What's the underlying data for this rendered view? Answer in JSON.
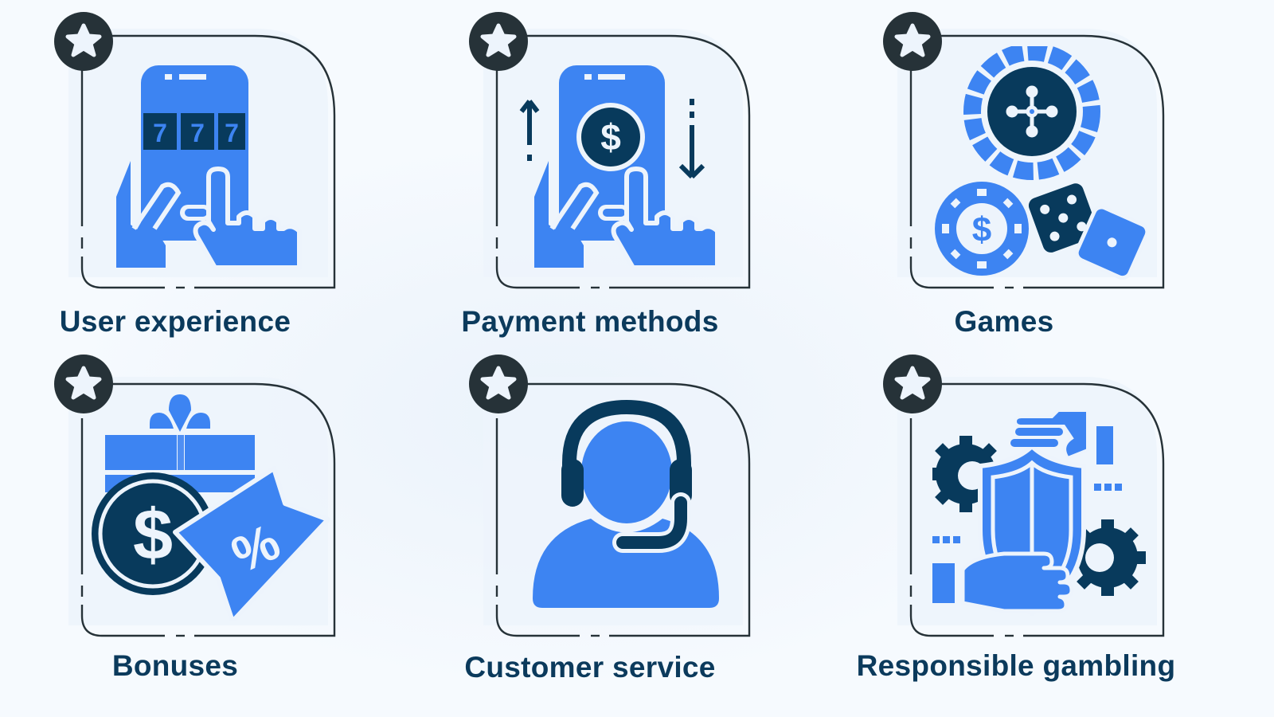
{
  "colors": {
    "background": "#F6FAFE",
    "panel": "#EDF4FC",
    "frame_line": "#263238",
    "badge": "#263238",
    "accent_blue": "#3D84F2",
    "navy": "#083A5C",
    "label_text": "#0B3A5C"
  },
  "cards": [
    {
      "label": "User experience",
      "badge_icon": "star-icon",
      "icon": "phone-slot-777-touch-icon",
      "slot_digits": [
        "7",
        "7",
        "7"
      ]
    },
    {
      "label": "Payment methods",
      "badge_icon": "star-icon",
      "icon": "phone-dollar-transfer-icon"
    },
    {
      "label": "Games",
      "badge_icon": "star-icon",
      "icon": "roulette-chip-dice-icon"
    },
    {
      "label": "Bonuses",
      "badge_icon": "star-icon",
      "icon": "gift-coin-discount-tag-icon",
      "tag_symbol": "%"
    },
    {
      "label": "Customer service",
      "badge_icon": "star-icon",
      "icon": "headset-agent-icon"
    },
    {
      "label": "Responsible gambling",
      "badge_icon": "star-icon",
      "icon": "shield-hands-gears-icon"
    }
  ]
}
